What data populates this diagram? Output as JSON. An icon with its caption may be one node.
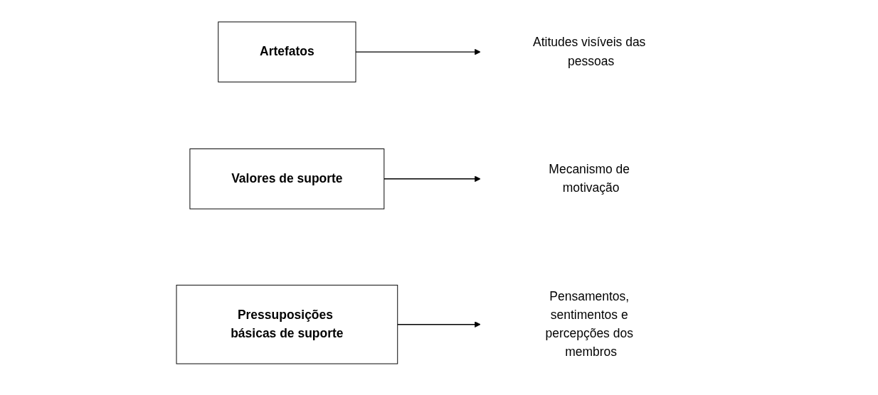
{
  "diagram": {
    "nodes": [
      {
        "text": [
          "Artefatos"
        ]
      },
      {
        "text": [
          "Atitudes visíveis das pessoas"
        ]
      },
      {
        "text": [
          "Valores de suporte"
        ]
      },
      {
        "text": [
          "Mecanismo de motivação"
        ]
      },
      {
        "text": [
          "Pressuposições básicas de suporte"
        ]
      },
      {
        "text": [
          "Pensamentos, sentimentos e percepções dos membros"
        ]
      }
    ],
    "edges": [
      {
        "from": 0,
        "to": 1,
        "arrow": "to"
      },
      {
        "from": 2,
        "to": 3,
        "arrow": "to"
      },
      {
        "from": 4,
        "to": 5,
        "arrow": "to"
      }
    ]
  }
}
